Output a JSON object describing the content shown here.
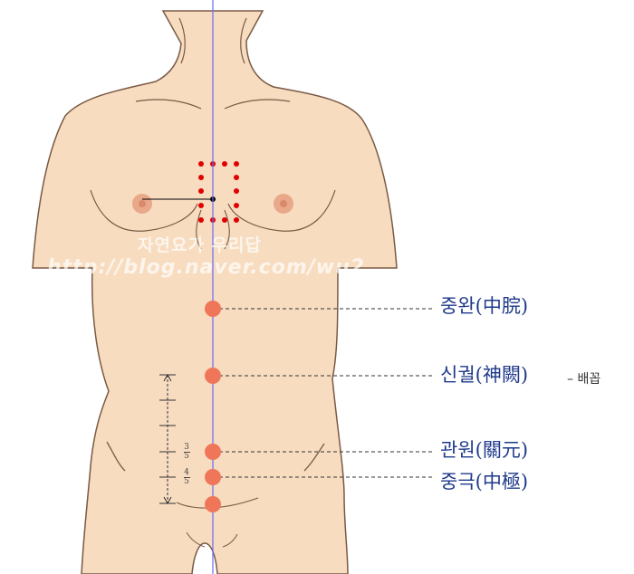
{
  "colors": {
    "skin": "#f7dcc0",
    "outline": "#7a5a44",
    "midline": "#6a6aff",
    "point": "#f0765a",
    "dot": "#e00000",
    "label": "#1f3a8a"
  },
  "points": [
    {
      "label": "중완(中脘)",
      "note": ""
    },
    {
      "label": "신궐(神闕)",
      "note": "– 배꼽"
    },
    {
      "label": "관원(關元)",
      "note": ""
    },
    {
      "label": "중극(中極)",
      "note": ""
    }
  ],
  "fractions": [
    {
      "num": "3",
      "den": "5"
    },
    {
      "num": "4",
      "den": "5"
    }
  ],
  "watermark": {
    "line1": "자연요가 우리답",
    "line2": "http://blog.naver.com/wu2"
  }
}
